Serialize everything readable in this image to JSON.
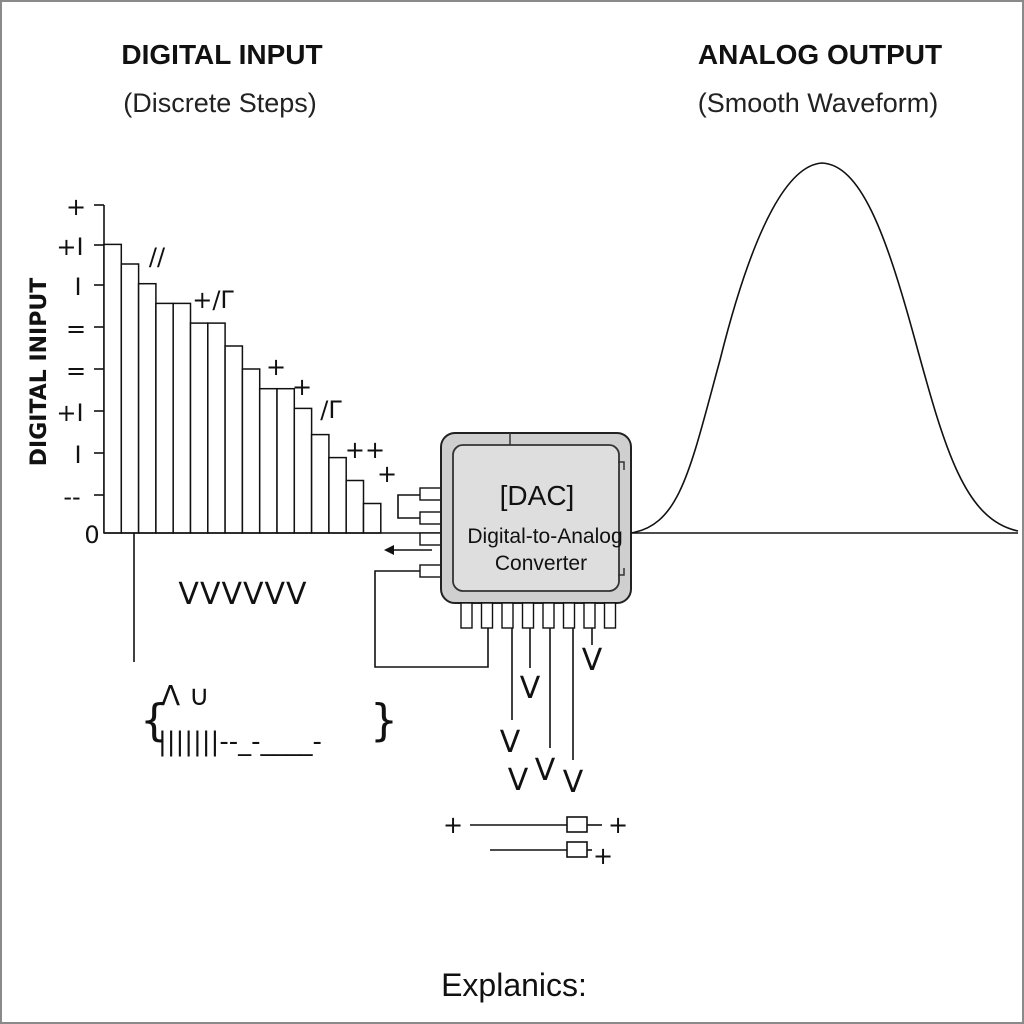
{
  "headings": {
    "digital_title": "DIGITAL INPUT",
    "digital_subtitle": "(Discrete Steps)",
    "analog_title": "ANALOG OUTPUT",
    "analog_subtitle": "(Smooth Waveform)"
  },
  "left_chart": {
    "axis_label": "DIGITAL INIPUT",
    "origin_label": "0",
    "side_marks": [
      "+",
      "+I",
      "I",
      "=",
      "=",
      "+I",
      "I",
      "--"
    ],
    "scatter_marks": [
      "//",
      "+/Γ",
      "+",
      "+",
      "/Γ",
      "++",
      "+"
    ],
    "below_text": "VVVVVV",
    "brace_top": "Λ ∪",
    "brace_bottom": "|||||||--_-____-",
    "step_levels": [
      0.88,
      0.82,
      0.76,
      0.7,
      0.7,
      0.64,
      0.64,
      0.57,
      0.5,
      0.44,
      0.44,
      0.38,
      0.3,
      0.23,
      0.16,
      0.09
    ]
  },
  "chip": {
    "title": "[DAC]",
    "line1": "Digital-to-Analog",
    "line2": "Converter"
  },
  "below_chip_marks": [
    "V",
    "V",
    "V",
    "V",
    "V",
    "V"
  ],
  "resistor_plus_marks": [
    "+",
    "+",
    "+"
  ],
  "footer": "Explanics:"
}
